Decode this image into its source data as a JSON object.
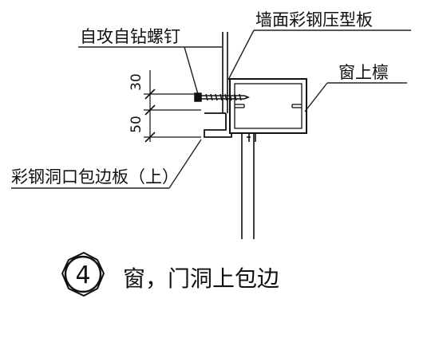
{
  "labels": {
    "screw": "自攻自钻螺钉",
    "wall_panel": "墙面彩钢压型板",
    "purlin": "窗上檩",
    "flashing": "彩钢洞口包边板（上）"
  },
  "dimensions": {
    "upper": "30",
    "lower": "50"
  },
  "caption": {
    "number": "4",
    "text": "窗，门洞上包边"
  }
}
